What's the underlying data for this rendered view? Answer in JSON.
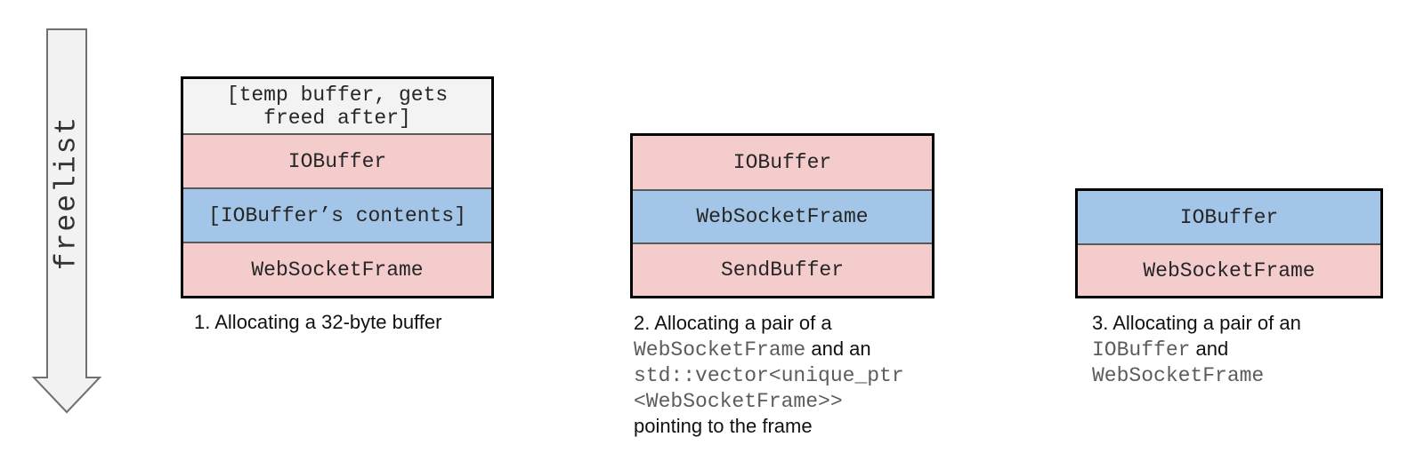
{
  "arrow": {
    "label": "freelist"
  },
  "colors": {
    "row_pink": "#f4cccc",
    "row_blue": "#a3c6e8",
    "row_gray": "#f3f3f3",
    "arrow_fill": "#f2f2f2",
    "arrow_stroke": "#707070",
    "box_border": "#000000",
    "row_separator": "#5a5a5a",
    "row_text": "#262626",
    "caption_text": "#111111",
    "caption_code_text": "#5c5c5c"
  },
  "diagrams": [
    {
      "name": "step-1",
      "rows": [
        {
          "lines": [
            "[temp buffer, gets",
            "freed after]"
          ],
          "color": "gray"
        },
        {
          "lines": [
            "IOBuffer"
          ],
          "color": "pink"
        },
        {
          "lines": [
            "[IOBuffer’s contents]"
          ],
          "color": "blue"
        },
        {
          "lines": [
            "WebSocketFrame"
          ],
          "color": "pink"
        }
      ],
      "caption_lines": [
        [
          {
            "t": "1. Allocating a 32-byte buffer",
            "mono": false
          }
        ]
      ]
    },
    {
      "name": "step-2",
      "rows": [
        {
          "lines": [
            "IOBuffer"
          ],
          "color": "pink"
        },
        {
          "lines": [
            "WebSocketFrame"
          ],
          "color": "blue"
        },
        {
          "lines": [
            "SendBuffer"
          ],
          "color": "pink"
        }
      ],
      "caption_lines": [
        [
          {
            "t": "2. Allocating a pair of a",
            "mono": false
          }
        ],
        [
          {
            "t": "WebSocketFrame",
            "mono": true
          },
          {
            "t": " and an",
            "mono": false
          }
        ],
        [
          {
            "t": "std::vector<unique_ptr",
            "mono": true
          }
        ],
        [
          {
            "t": "<WebSocketFrame>>",
            "mono": true
          }
        ],
        [
          {
            "t": "pointing to the frame",
            "mono": false
          }
        ]
      ]
    },
    {
      "name": "step-3",
      "rows": [
        {
          "lines": [
            "IOBuffer"
          ],
          "color": "blue"
        },
        {
          "lines": [
            "WebSocketFrame"
          ],
          "color": "pink"
        }
      ],
      "caption_lines": [
        [
          {
            "t": "3. Allocating a pair of an",
            "mono": false
          }
        ],
        [
          {
            "t": "IOBuffer",
            "mono": true
          },
          {
            "t": " and",
            "mono": false
          }
        ],
        [
          {
            "t": "WebSocketFrame",
            "mono": true
          }
        ]
      ]
    }
  ]
}
